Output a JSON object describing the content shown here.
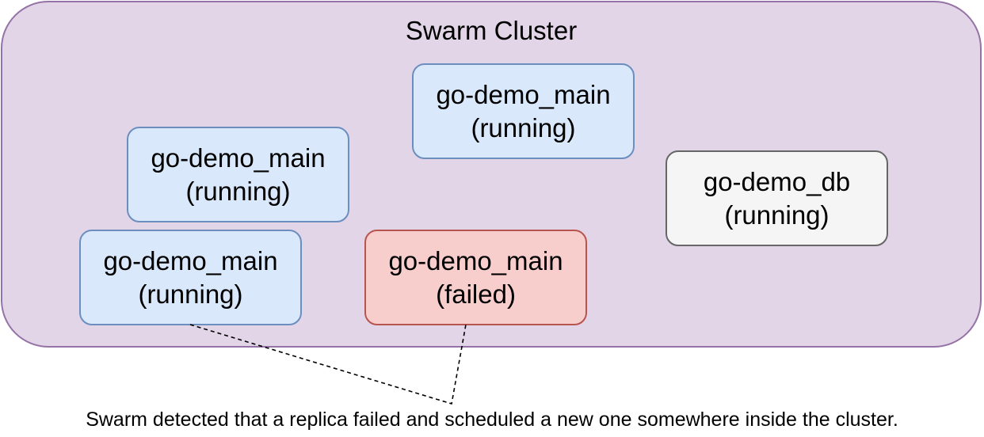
{
  "cluster": {
    "title": "Swarm Cluster"
  },
  "nodes": [
    {
      "name": "go-demo_main",
      "state": "(running)"
    },
    {
      "name": "go-demo_main",
      "state": "(running)"
    },
    {
      "name": "go-demo_main",
      "state": "(running)"
    },
    {
      "name": "go-demo_main",
      "state": "(failed)"
    },
    {
      "name": "go-demo_db",
      "state": "(running)"
    }
  ],
  "colors": {
    "cluster_fill": "#e1d5e7",
    "cluster_border": "#9673a6",
    "running_fill": "#dae8fc",
    "running_border": "#6c8ebf",
    "failed_fill": "#f8cecc",
    "failed_border": "#b85450",
    "db_fill": "#f5f5f5",
    "db_border": "#666666"
  },
  "note": {
    "text": "Swarm detected that a replica failed and scheduled a new one somewhere inside the cluster."
  }
}
